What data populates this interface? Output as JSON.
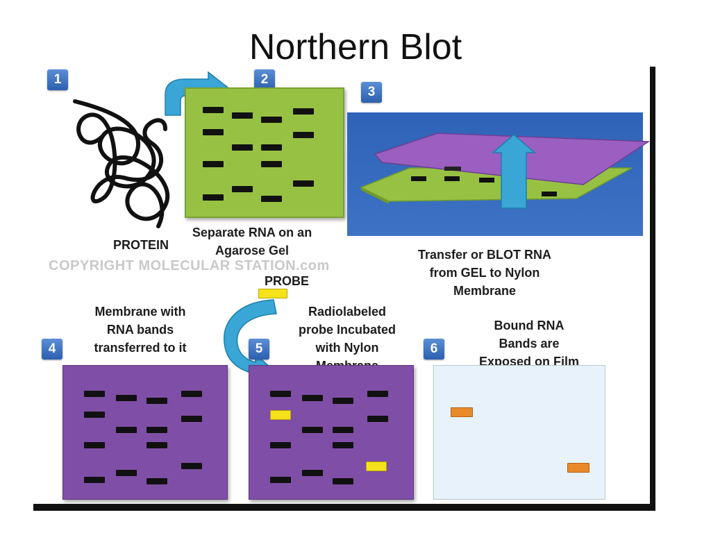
{
  "title": "Northern Blot",
  "watermark": "COPYRIGHT MOLECULAR STATION.com",
  "steps": [
    {
      "number": "1",
      "label": "PROTEIN"
    },
    {
      "number": "2",
      "label": "Separate RNA on an\nAgarose Gel"
    },
    {
      "number": "3",
      "label": "Transfer or BLOT RNA\nfrom GEL to Nylon\nMembrane"
    },
    {
      "number": "4",
      "label": "Membrane with\nRNA bands\ntransferred to it"
    },
    {
      "number": "5",
      "label": "Radiolabeled\nprobe Incubated\nwith Nylon\nMembrane"
    },
    {
      "number": "6",
      "label": "Bound RNA\nBands are\nExposed on Film"
    }
  ],
  "probe_label": "PROBE",
  "colors": {
    "gel": "#97c142",
    "membrane": "#7f4ea6",
    "film": "#e8f2fa",
    "badge": "#3a6fc0",
    "arrow": "#3aa6d6",
    "probe": "#f5e21b",
    "exposed_band": "#e88a2a"
  }
}
